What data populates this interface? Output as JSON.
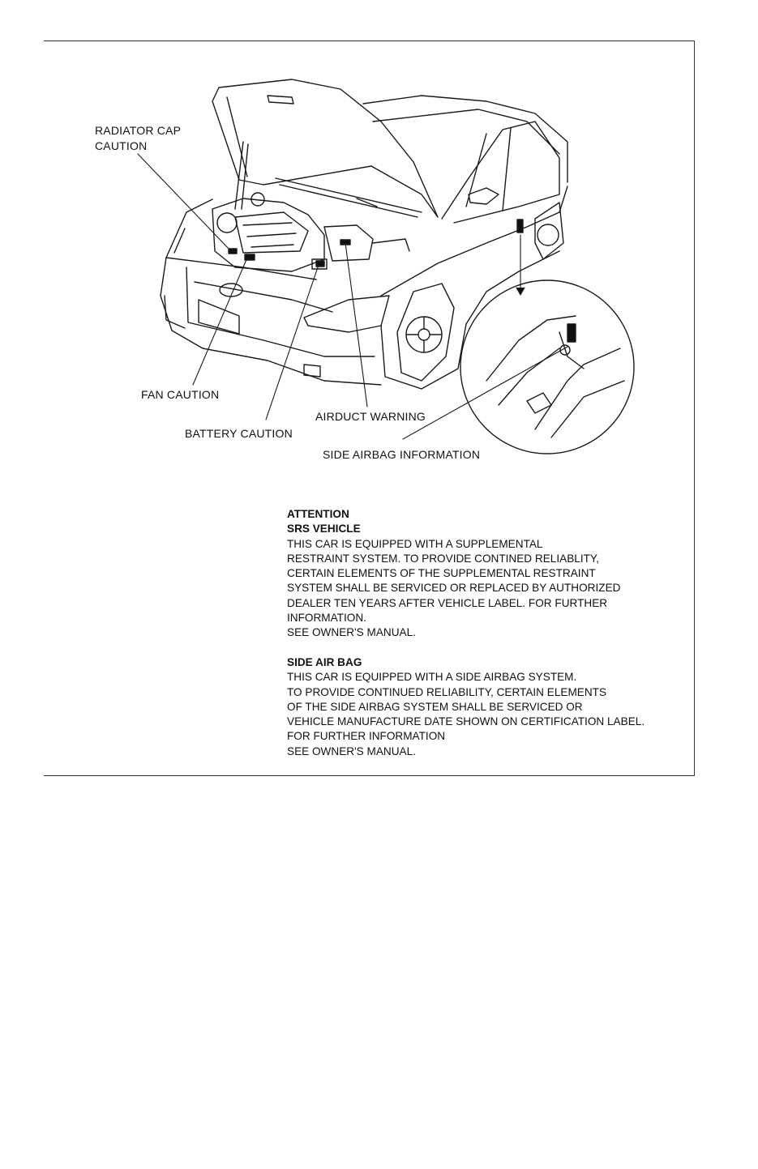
{
  "callouts": {
    "radiator_cap": "RADIATOR CAP\nCAUTION",
    "fan": "FAN CAUTION",
    "battery": "BATTERY CAUTION",
    "airduct": "AIRDUCT WARNING",
    "side_airbag_info": "SIDE AIRBAG INFORMATION"
  },
  "notes": {
    "srs": {
      "heading1": "ATTENTION",
      "heading2": "SRS VEHICLE",
      "lines": [
        "THIS CAR IS EQUIPPED WITH A SUPPLEMENTAL",
        "RESTRAINT SYSTEM. TO PROVIDE CONTINED RELIABLITY,",
        "CERTAIN ELEMENTS OF THE SUPPLEMENTAL RESTRAINT",
        "SYSTEM SHALL BE SERVICED OR REPLACED BY AUTHORIZED",
        "DEALER TEN YEARS AFTER VEHICLE LABEL. FOR FURTHER",
        "INFORMATION.",
        "SEE OWNER'S MANUAL."
      ]
    },
    "side_air_bag": {
      "heading": "SIDE AIR BAG",
      "lines": [
        "THIS CAR IS EQUIPPED WITH A SIDE AIRBAG SYSTEM.",
        "TO PROVIDE CONTINUED RELIABILITY, CERTAIN ELEMENTS",
        "OF THE SIDE AIRBAG SYSTEM SHALL BE SERVICED OR",
        "VEHICLE MANUFACTURE DATE SHOWN ON CERTIFICATION LABEL.",
        "FOR FURTHER INFORMATION",
        "SEE OWNER'S MANUAL."
      ]
    }
  },
  "illustration": {
    "subject": "car-with-open-hood-icon",
    "line_color": "#1a1a1a"
  }
}
